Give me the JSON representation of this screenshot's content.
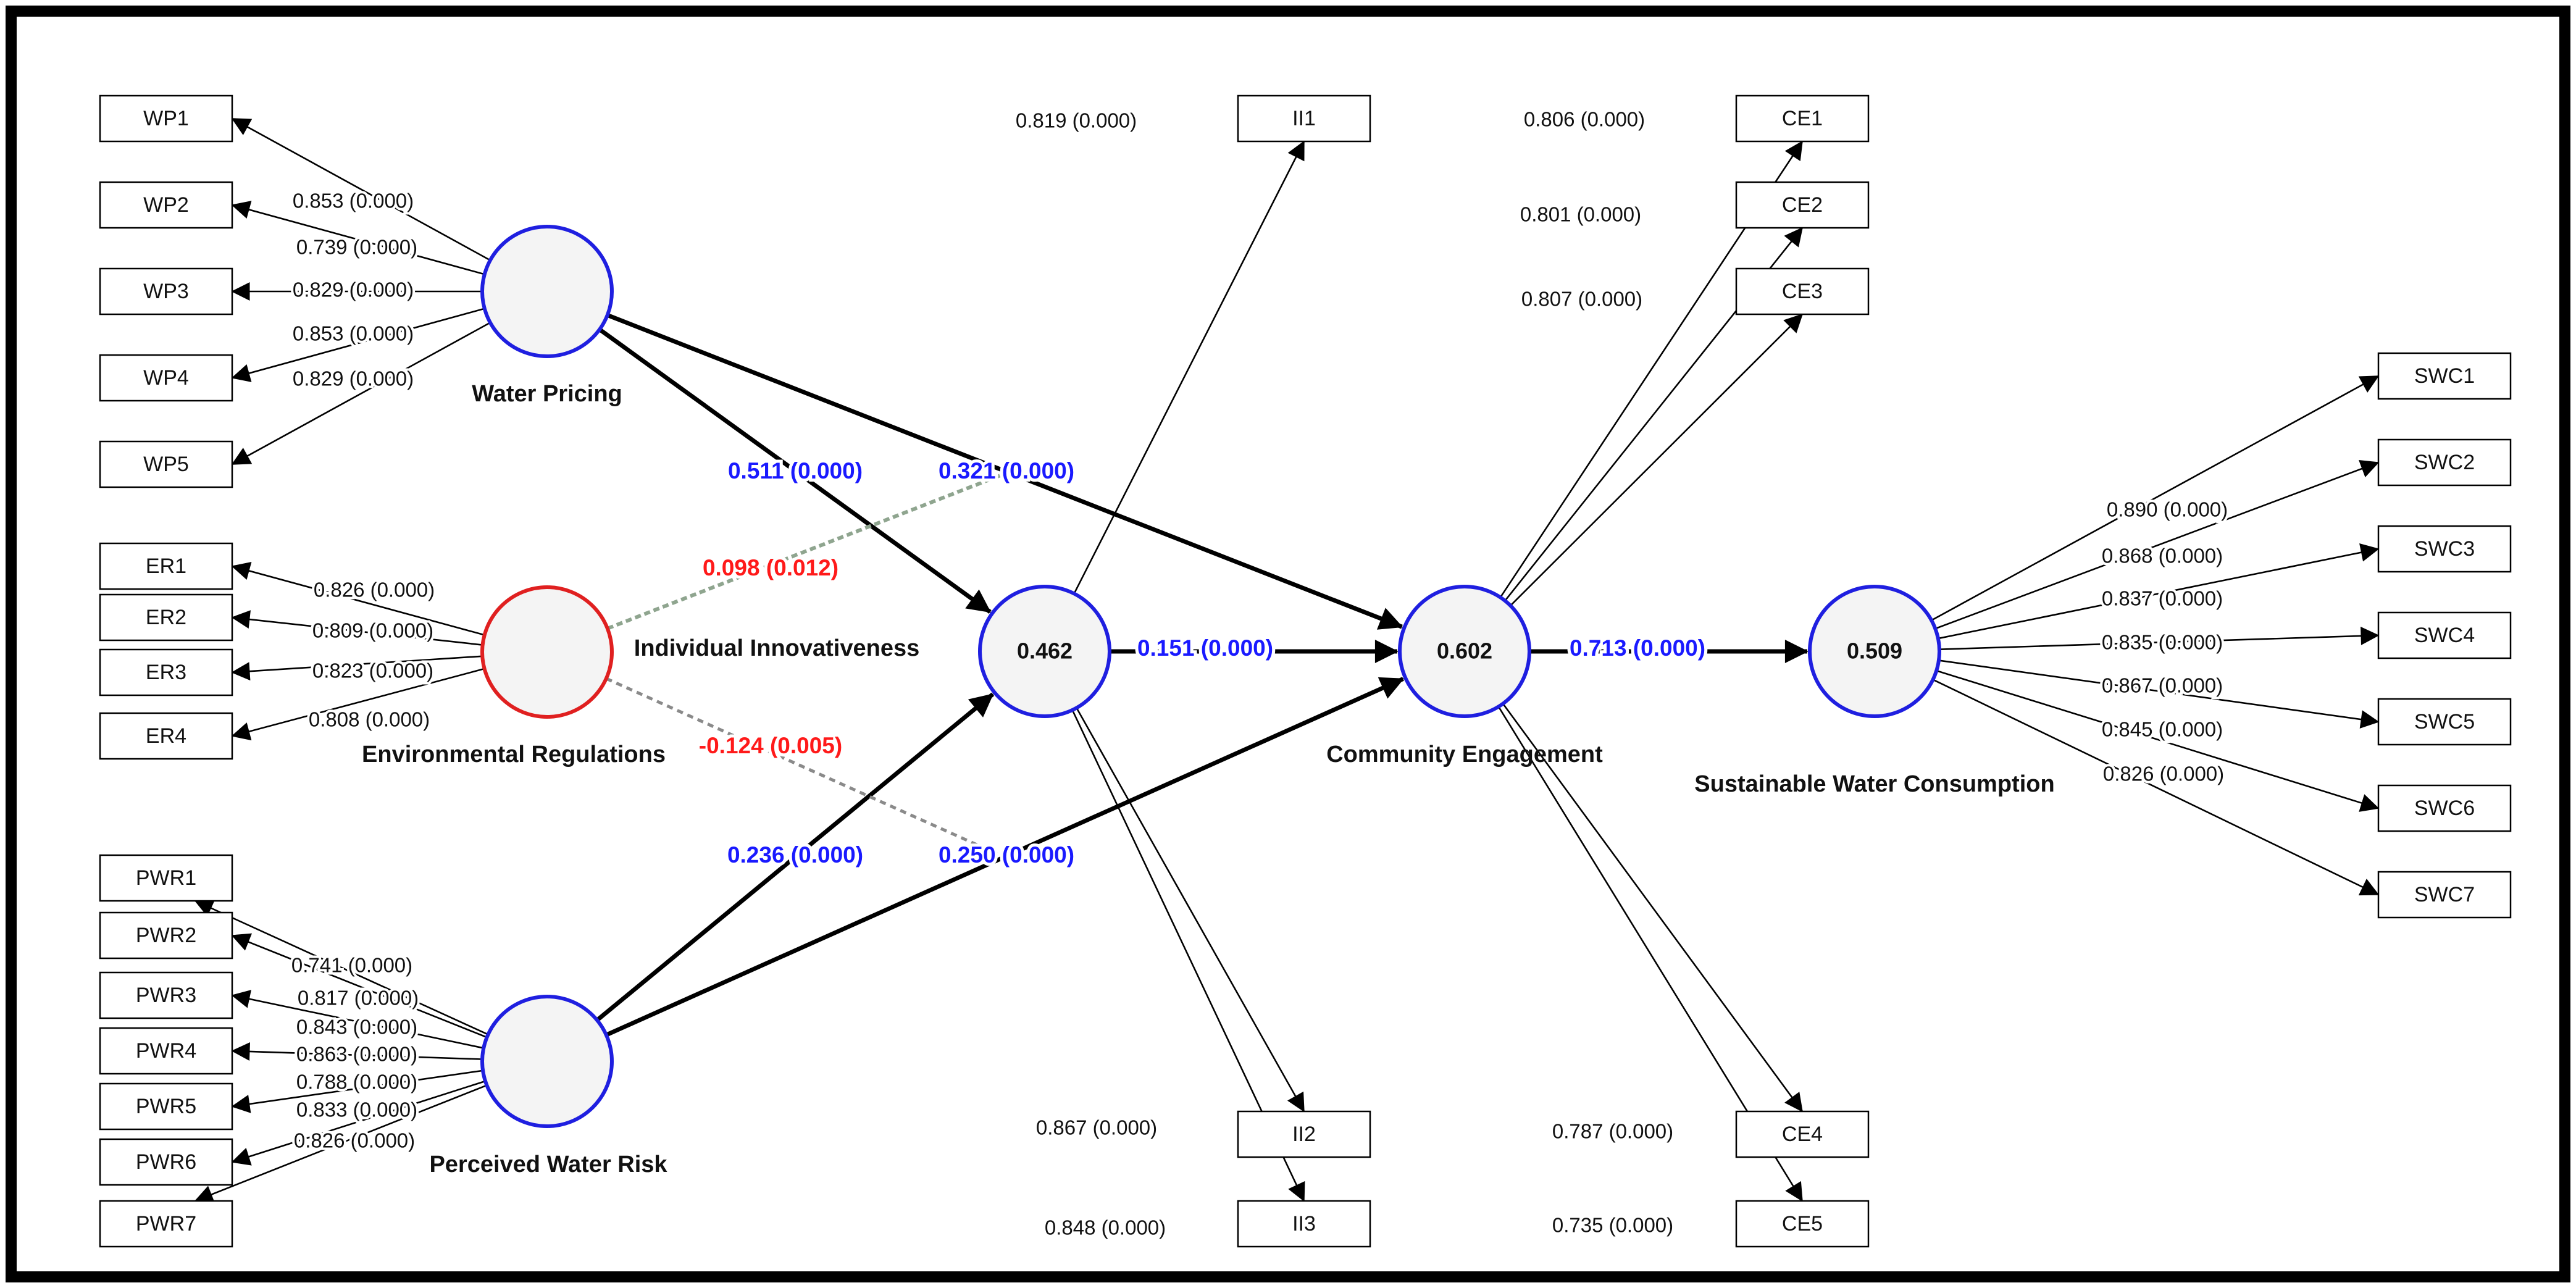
{
  "constructs": {
    "wp": {
      "label": "Water Pricing",
      "value": "",
      "border": "#1f1fe0"
    },
    "er": {
      "label": "Environmental Regulations",
      "value": "",
      "border": "#e02020"
    },
    "pwr": {
      "label": "Perceived Water Risk",
      "value": "",
      "border": "#1f1fe0"
    },
    "ii": {
      "label": "Individual Innovativeness",
      "value": "0.462",
      "border": "#1f1fe0"
    },
    "ce": {
      "label": "Community Engagement",
      "value": "0.602",
      "border": "#1f1fe0"
    },
    "swc": {
      "label": "Sustainable Water Consumption",
      "value": "0.509",
      "border": "#1f1fe0"
    }
  },
  "indicators": {
    "WP1": "WP1",
    "WP2": "WP2",
    "WP3": "WP3",
    "WP4": "WP4",
    "WP5": "WP5",
    "ER1": "ER1",
    "ER2": "ER2",
    "ER3": "ER3",
    "ER4": "ER4",
    "PWR1": "PWR1",
    "PWR2": "PWR2",
    "PWR3": "PWR3",
    "PWR4": "PWR4",
    "PWR5": "PWR5",
    "PWR6": "PWR6",
    "PWR7": "PWR7",
    "II1": "II1",
    "II2": "II2",
    "II3": "II3",
    "CE1": "CE1",
    "CE2": "CE2",
    "CE3": "CE3",
    "CE4": "CE4",
    "CE5": "CE5",
    "SWC1": "SWC1",
    "SWC2": "SWC2",
    "SWC3": "SWC3",
    "SWC4": "SWC4",
    "SWC5": "SWC5",
    "SWC6": "SWC6",
    "SWC7": "SWC7"
  },
  "loadings": {
    "WP1": "0.853 (0.000)",
    "WP2": "0.739 (0.000)",
    "WP3": "0.829 (0.000)",
    "WP4": "0.853 (0.000)",
    "WP5": "0.829 (0.000)",
    "ER1": "0.826 (0.000)",
    "ER2": "0.809 (0.000)",
    "ER3": "0.823 (0.000)",
    "ER4": "0.808 (0.000)",
    "PWR1": "0.741 (0.000)",
    "PWR2": "0.817 (0.000)",
    "PWR3": "0.843 (0.000)",
    "PWR4": "0.863 (0.000)",
    "PWR5": "0.788 (0.000)",
    "PWR6": "0.833 (0.000)",
    "PWR7": "0.826 (0.000)",
    "II1": "0.819 (0.000)",
    "II2": "0.867 (0.000)",
    "II3": "0.848 (0.000)",
    "CE1": "0.806 (0.000)",
    "CE2": "0.801 (0.000)",
    "CE3": "0.807 (0.000)",
    "CE4": "0.787 (0.000)",
    "CE5": "0.735 (0.000)",
    "SWC1": "0.890 (0.000)",
    "SWC2": "0.868 (0.000)",
    "SWC3": "0.837 (0.000)",
    "SWC4": "0.835 (0.000)",
    "SWC5": "0.867 (0.000)",
    "SWC6": "0.845 (0.000)",
    "SWC7": "0.826 (0.000)"
  },
  "paths": {
    "wp_ii": "0.511 (0.000)",
    "wp_ce": "0.321 (0.000)",
    "er_ii": "0.098 (0.012)",
    "er_ce": "-0.124 (0.005)",
    "pwr_ii": "0.236 (0.000)",
    "pwr_ce": "0.250 (0.000)",
    "ii_ce": "0.151 (0.000)",
    "ce_swc": "0.713 (0.000)"
  },
  "colors": {
    "positive_path": "#1a1aff",
    "negative_path": "#ff1a1a",
    "significant_arrow": "#000000",
    "weak_arrow": "#888888",
    "frame": "#000000"
  }
}
